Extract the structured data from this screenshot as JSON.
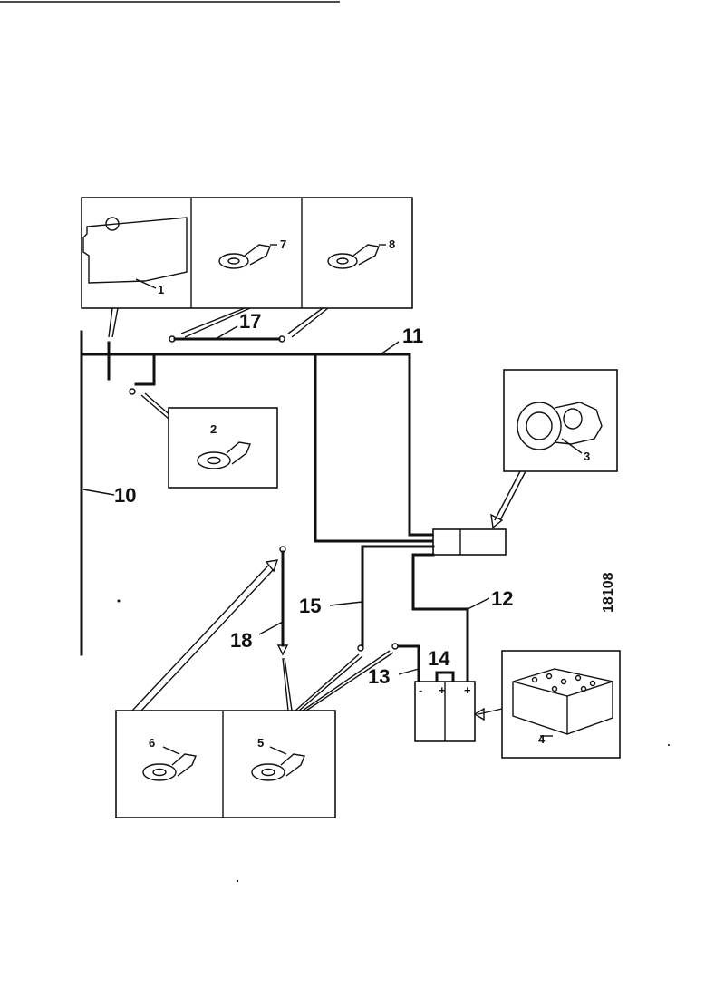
{
  "diagram": {
    "colors": {
      "line": "#111111",
      "background": "#ffffff"
    },
    "labels": {
      "l1": "1",
      "l2": "2",
      "l3": "3",
      "l4": "4",
      "l5": "5",
      "l6": "6",
      "l7": "7",
      "l8": "8",
      "l10": "10",
      "l11": "11",
      "l12": "12",
      "l13": "13",
      "l14": "14",
      "l15": "15",
      "l17": "17",
      "l18": "18",
      "battery_minus": "-",
      "battery_plus_a": "+",
      "battery_plus_b": "+"
    },
    "figure_code": "18108"
  }
}
